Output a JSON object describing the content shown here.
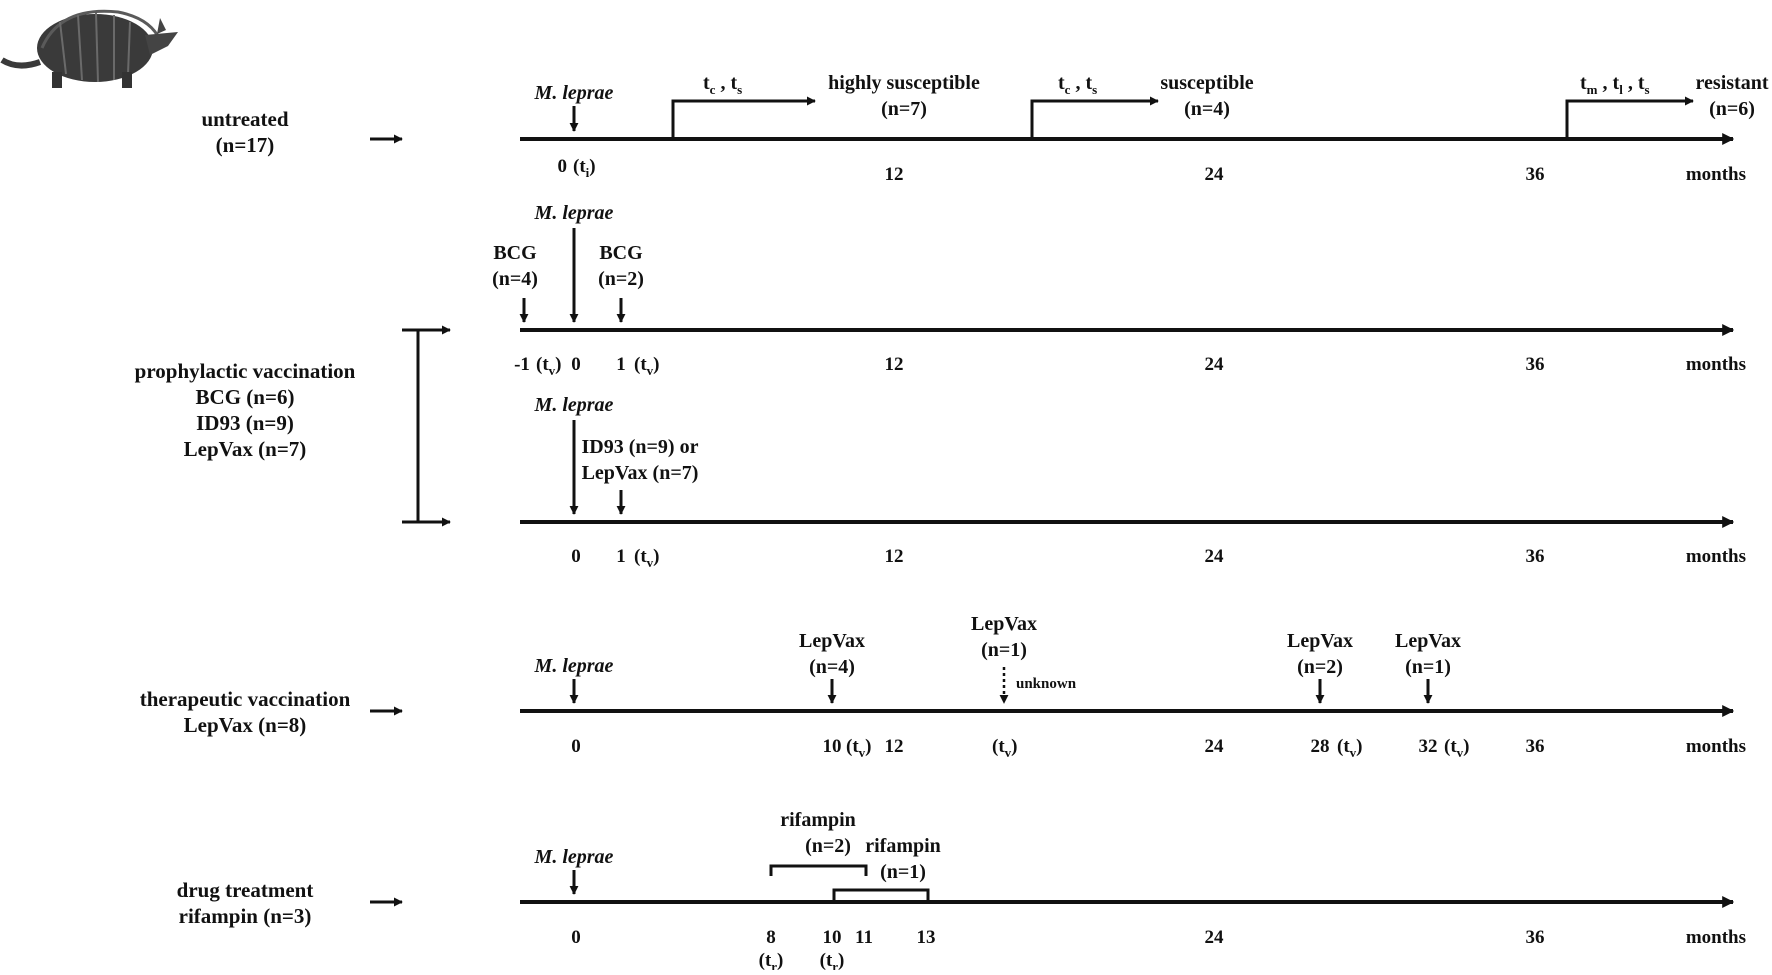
{
  "colors": {
    "ink": "#111111",
    "armadillo": "#3a3a3a"
  },
  "icons": {
    "animal": "armadillo-illustration",
    "pointer": "right-arrow"
  },
  "common": {
    "months": "months",
    "bacterium": "M. leprae",
    "t": "t"
  },
  "groups": {
    "untreated": {
      "name": "untreated",
      "n": "(n=17)"
    },
    "prophylactic": {
      "name": "prophylactic vaccination",
      "lines": [
        "BCG (n=6)",
        "ID93 (n=9)",
        "LepVax (n=7)"
      ]
    },
    "therapeutic": {
      "name": "therapeutic vaccination",
      "lines": [
        "LepVax (n=8)"
      ]
    },
    "drug": {
      "name": "drug treatment",
      "lines": [
        "rifampin (n=3)"
      ]
    }
  },
  "timeline1": {
    "ticks": [
      "0",
      "12",
      "24",
      "36"
    ],
    "infection_sub": "i",
    "outcomes": [
      {
        "label": "highly susceptible",
        "n": "(n=7)",
        "subs": [
          "c",
          "s"
        ]
      },
      {
        "label": "susceptible",
        "n": "(n=4)",
        "subs": [
          "c",
          "s"
        ]
      },
      {
        "label": "resistant",
        "n": "(n=6)",
        "subs": [
          "m",
          "l",
          "s"
        ]
      }
    ]
  },
  "timeline2": {
    "ticks": [
      "-1",
      "0",
      "1",
      "12",
      "24",
      "36"
    ],
    "vaccine": "BCG",
    "pre_n": "(n=4)",
    "post_n": "(n=2)",
    "sub": "v"
  },
  "timeline3": {
    "ticks": [
      "0",
      "1",
      "12",
      "24",
      "36"
    ],
    "vaccine_line1": "ID93 (n=9) or",
    "vaccine_line2": "LepVax (n=7)",
    "sub": "v"
  },
  "timeline4": {
    "ticks": [
      "0",
      "10",
      "12",
      "24",
      "28",
      "32",
      "36"
    ],
    "vaccine": "LepVax",
    "sub": "v",
    "doses": [
      {
        "n": "(n=4)"
      },
      {
        "n": "(n=1)"
      },
      {
        "n": "(n=2)"
      },
      {
        "n": "(n=1)"
      }
    ],
    "unknown": "unknown"
  },
  "timeline5": {
    "ticks": [
      "0",
      "8",
      "10",
      "11",
      "13",
      "24",
      "36"
    ],
    "drug": "rifampin",
    "sub": "r",
    "courses": [
      {
        "n": "(n=2)"
      },
      {
        "n": "(n=1)"
      }
    ]
  }
}
